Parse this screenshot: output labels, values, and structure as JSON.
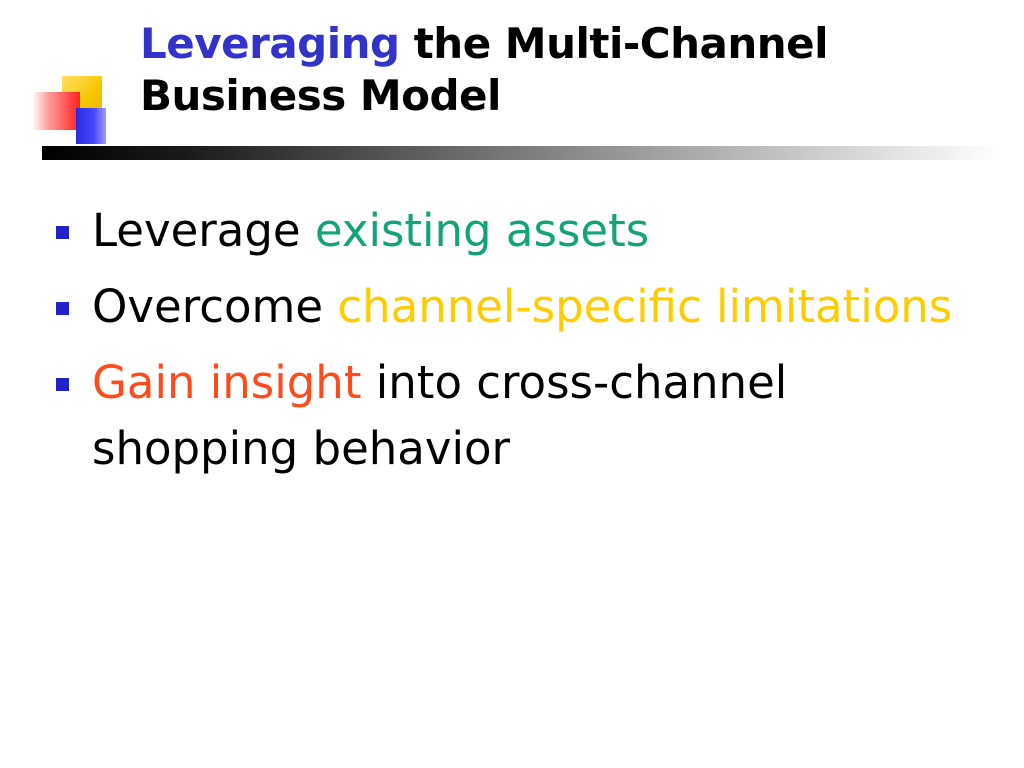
{
  "title": {
    "accent": "Leveraging",
    "rest": " the Multi-Channel Business Model"
  },
  "bullets": [
    {
      "plain_before": "Leverage ",
      "highlight": "existing assets",
      "plain_after": ""
    },
    {
      "plain_before": "Overcome ",
      "highlight": "channel-specific limitations",
      "plain_after": ""
    },
    {
      "plain_before": "",
      "highlight": "Gain insight",
      "plain_after": " into cross-channel shopping behavior"
    }
  ],
  "colors": {
    "title_accent": "#3333cc",
    "bullet_marker": "#2222cc",
    "highlight_1": "#12a37a",
    "highlight_2": "#ffcc00",
    "highlight_3": "#ff4a1c"
  }
}
